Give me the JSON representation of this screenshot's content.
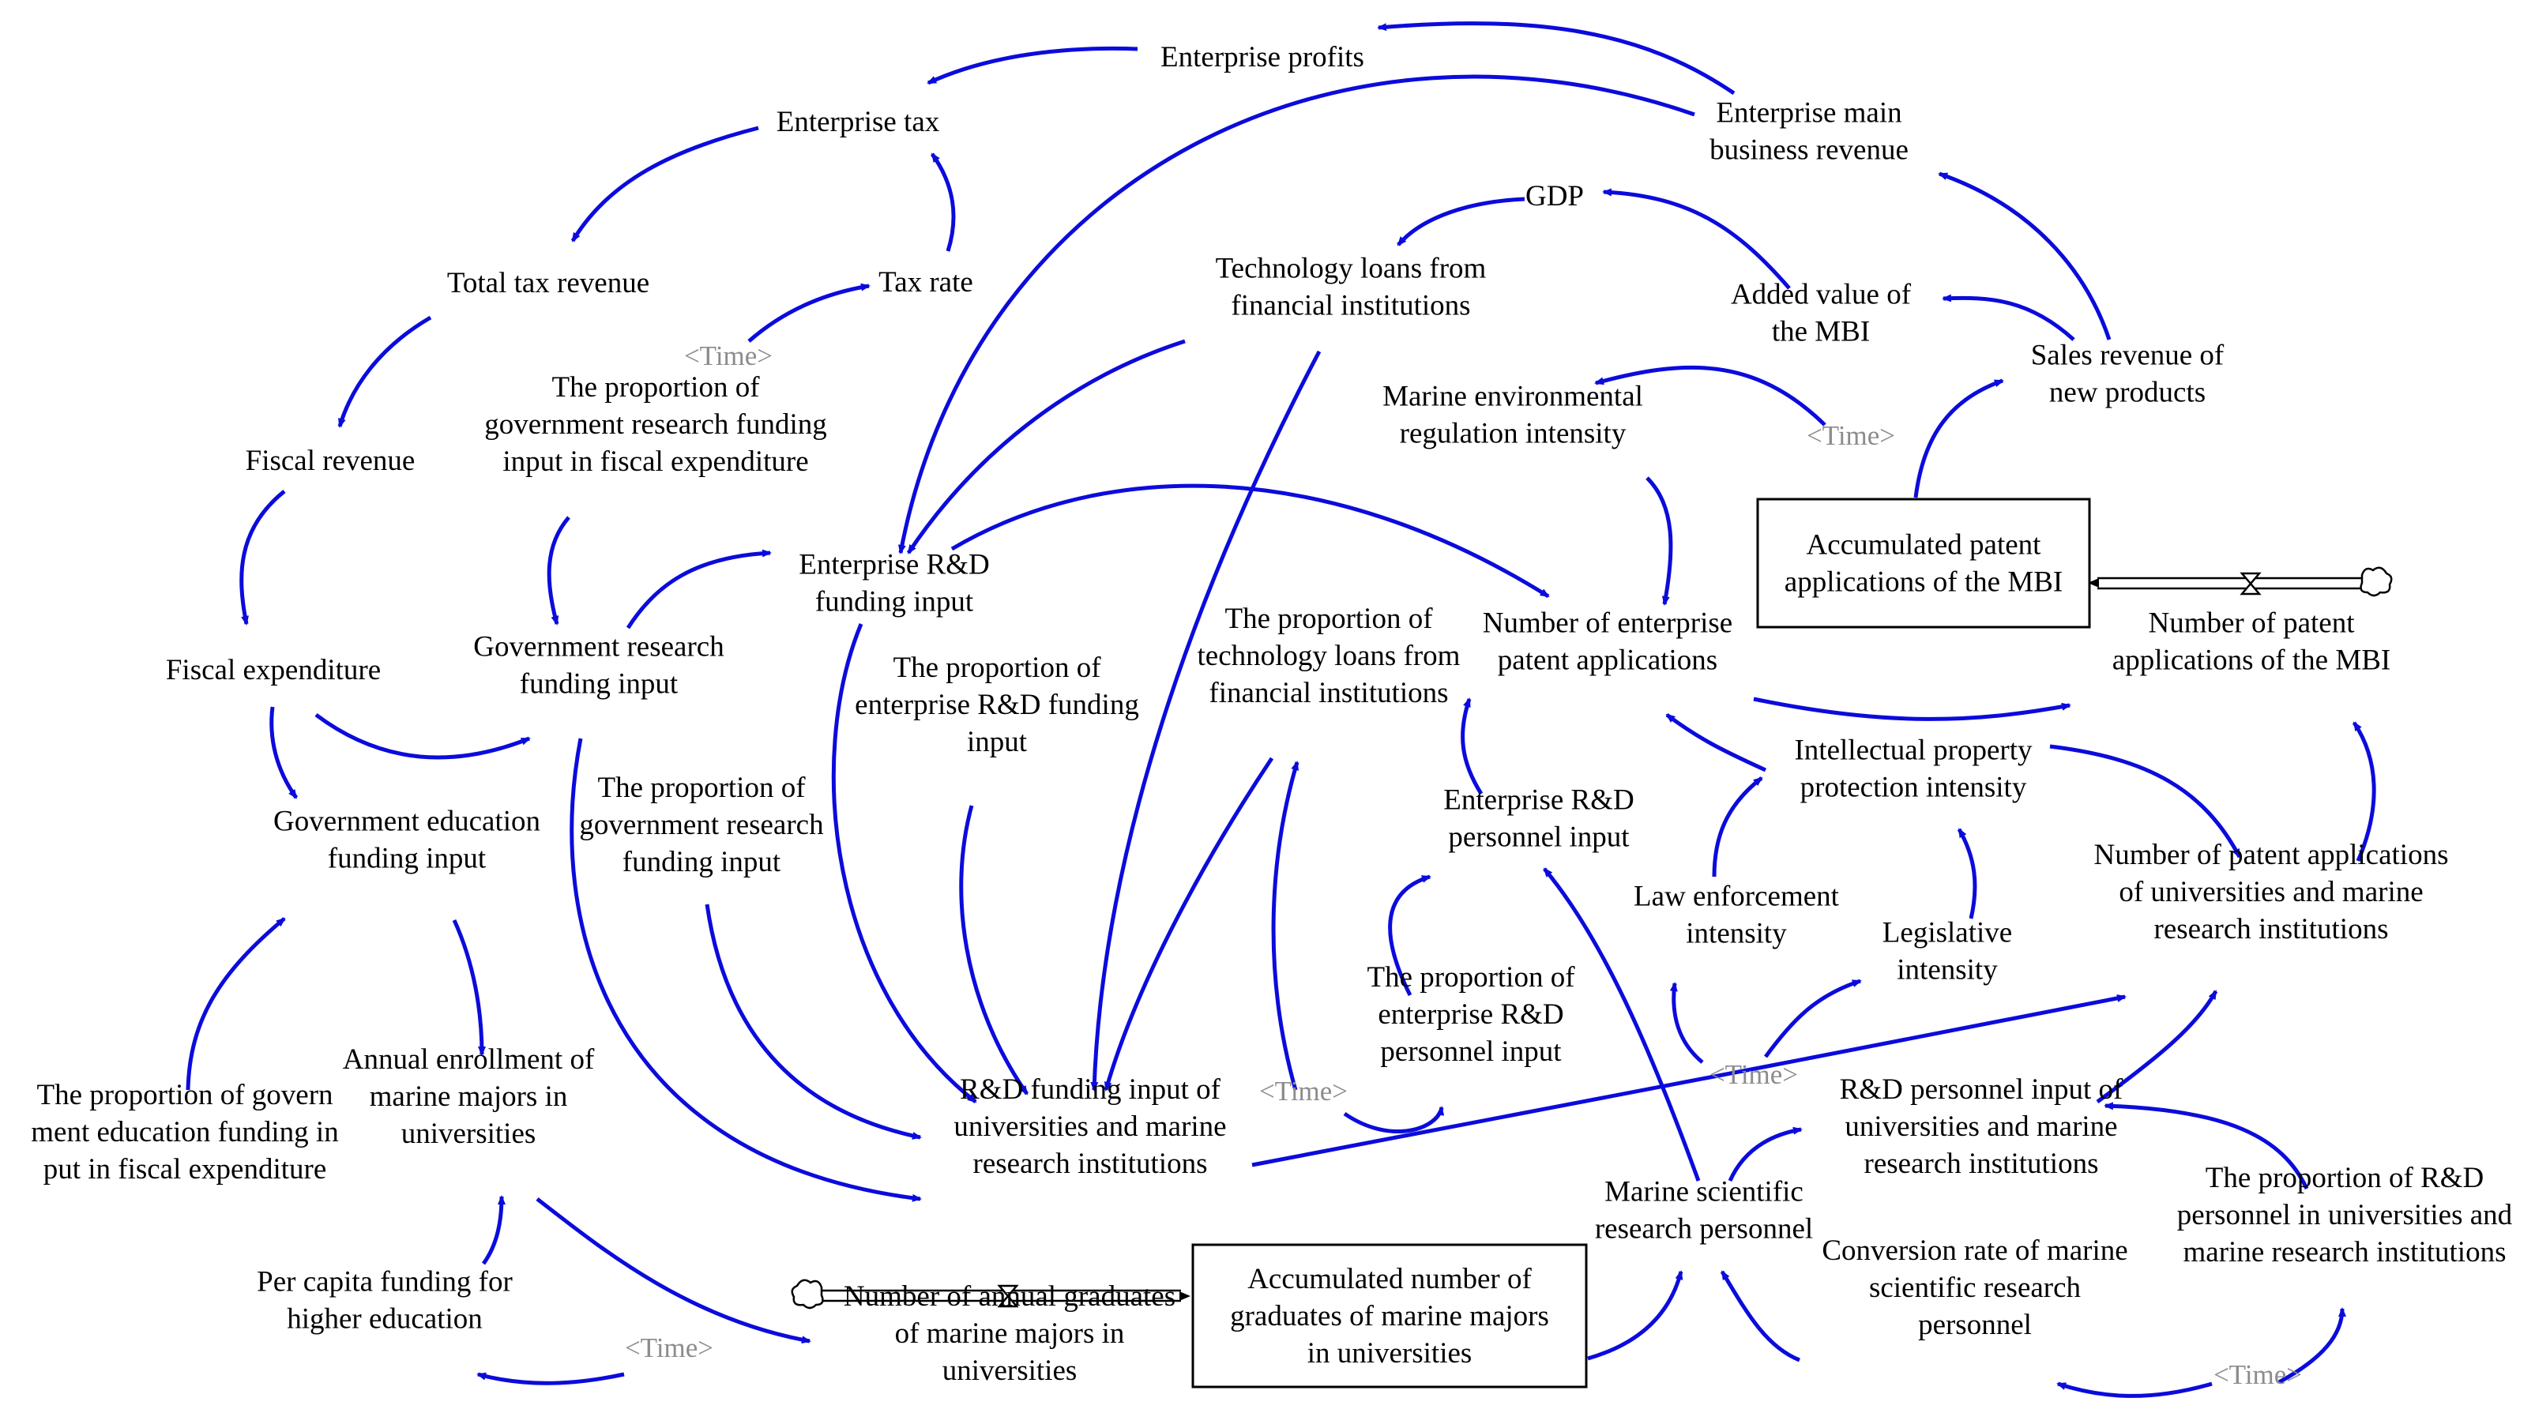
{
  "colors": {
    "arrow": "#0b0bdc",
    "text": "#000000",
    "shadow_variable": "#8c8c8c",
    "background": "#ffffff"
  },
  "variables": {
    "enterprise_profits": [
      "Enterprise profits"
    ],
    "enterprise_tax": [
      "Enterprise tax"
    ],
    "enterprise_main_business_revenue": [
      "Enterprise main",
      "business revenue"
    ],
    "gdp": [
      "GDP"
    ],
    "total_tax_revenue": [
      "Total tax revenue"
    ],
    "tax_rate": [
      "Tax rate"
    ],
    "technology_loans": [
      "Technology loans from",
      "financial institutions"
    ],
    "added_value_mbi": [
      "Added value of",
      "the MBI"
    ],
    "sales_revenue_new_products": [
      "Sales revenue of",
      "new products"
    ],
    "fiscal_revenue": [
      "Fiscal revenue"
    ],
    "proportion_gov_research_in_fiscal": [
      "The proportion of",
      "government research funding",
      "input in fiscal expenditure"
    ],
    "marine_env_regulation": [
      "Marine environmental",
      "regulation intensity"
    ],
    "enterprise_rd_funding": [
      "Enterprise R&D",
      "funding input"
    ],
    "fiscal_expenditure": [
      "Fiscal expenditure"
    ],
    "gov_research_funding": [
      "Government research",
      "funding input"
    ],
    "proportion_tech_loans": [
      "The proportion of",
      "technology loans from",
      "financial institutions"
    ],
    "number_enterprise_patents": [
      "Number of enterprise",
      "patent applications"
    ],
    "number_patent_mbi": [
      "Number of patent",
      "applications of the MBI"
    ],
    "proportion_enterprise_rd_funding": [
      "The proportion of",
      "enterprise R&D funding",
      "input"
    ],
    "ip_protection": [
      "Intellectual property",
      "protection intensity"
    ],
    "proportion_gov_research_funding": [
      "The proportion of",
      "government research",
      "funding input"
    ],
    "enterprise_rd_personnel": [
      "Enterprise R&D",
      "personnel input"
    ],
    "gov_education_funding": [
      "Government education",
      "funding input"
    ],
    "law_enforcement": [
      "Law enforcement",
      "intensity"
    ],
    "legislative_intensity": [
      "Legislative",
      "intensity"
    ],
    "patents_universities": [
      "Number of patent applications",
      "of universities and marine",
      "research institutions"
    ],
    "proportion_enterprise_rd_personnel": [
      "The proportion of",
      "enterprise R&D",
      "personnel input"
    ],
    "annual_enrollment": [
      "Annual enrollment of",
      "marine majors in",
      "universities"
    ],
    "proportion_gov_education": [
      "The proportion of govern",
      "ment education funding in",
      "put in fiscal expenditure"
    ],
    "rd_funding_universities": [
      "R&D funding input of",
      "universities and marine",
      "research institutions"
    ],
    "rd_personnel_universities": [
      "R&D personnel input of",
      "universities and marine",
      "research institutions"
    ],
    "marine_scientific_personnel": [
      "Marine scientific",
      "research personnel"
    ],
    "proportion_rd_personnel_universities": [
      "The proportion of R&D",
      "personnel in universities and",
      "marine research institutions"
    ],
    "per_capita_funding": [
      "Per capita funding for",
      "higher education"
    ],
    "conversion_rate": [
      "Conversion rate of marine",
      "scientific research",
      "personnel"
    ],
    "annual_graduates": [
      "Number of annual graduates",
      "of marine majors in",
      "universities"
    ]
  },
  "stocks": {
    "accumulated_patents": [
      "Accumulated patent",
      "applications of the MBI"
    ],
    "accumulated_graduates": [
      "Accumulated number of",
      "graduates of marine majors",
      "in universities"
    ]
  },
  "time_label": "<Time>"
}
